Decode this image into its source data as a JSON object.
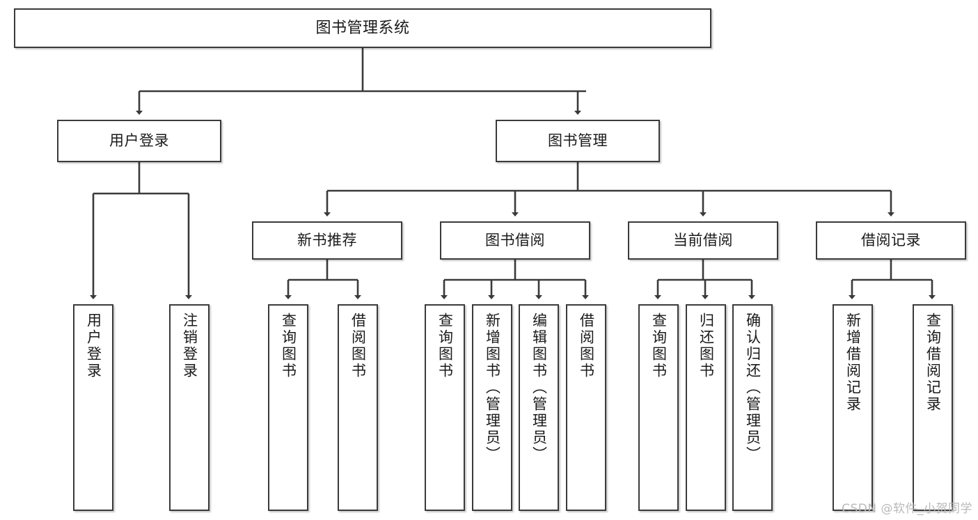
{
  "diagram": {
    "title_box": {
      "label": "图书管理系统"
    },
    "level2": [
      {
        "id": "user-login",
        "label": "用户登录"
      },
      {
        "id": "book-management",
        "label": "图书管理"
      }
    ],
    "level3": [
      {
        "id": "new-book-recommend",
        "label": "新书推荐"
      },
      {
        "id": "book-borrow",
        "label": "图书借阅"
      },
      {
        "id": "current-borrow",
        "label": "当前借阅"
      },
      {
        "id": "borrow-record",
        "label": "借阅记录"
      }
    ],
    "leaves": [
      {
        "id": "leaf-user-login",
        "label": "用户登录"
      },
      {
        "id": "leaf-user-logout",
        "label": "注销登录"
      },
      {
        "id": "leaf-query-book-1",
        "label": "查询图书"
      },
      {
        "id": "leaf-borrow-book-1",
        "label": "借阅图书"
      },
      {
        "id": "leaf-query-book-2",
        "label": "查询图书"
      },
      {
        "id": "leaf-add-book",
        "label": "新增图书（管理员）"
      },
      {
        "id": "leaf-edit-book",
        "label": "编辑图书（管理员）"
      },
      {
        "id": "leaf-borrow-book-2",
        "label": "借阅图书"
      },
      {
        "id": "leaf-query-book-3",
        "label": "查询图书"
      },
      {
        "id": "leaf-return-book",
        "label": "归还图书"
      },
      {
        "id": "leaf-confirm-return",
        "label": "确认归还（管理员）"
      },
      {
        "id": "leaf-add-record",
        "label": "新增借阅记录"
      },
      {
        "id": "leaf-query-record",
        "label": "查询借阅记录"
      }
    ]
  },
  "watermark": {
    "text": "CSDN @软件_小贺同学"
  },
  "colors": {
    "border": "#3a3a3a",
    "background": "#ffffff",
    "text": "#1a1a1a",
    "watermark": "#b9b9b9"
  }
}
